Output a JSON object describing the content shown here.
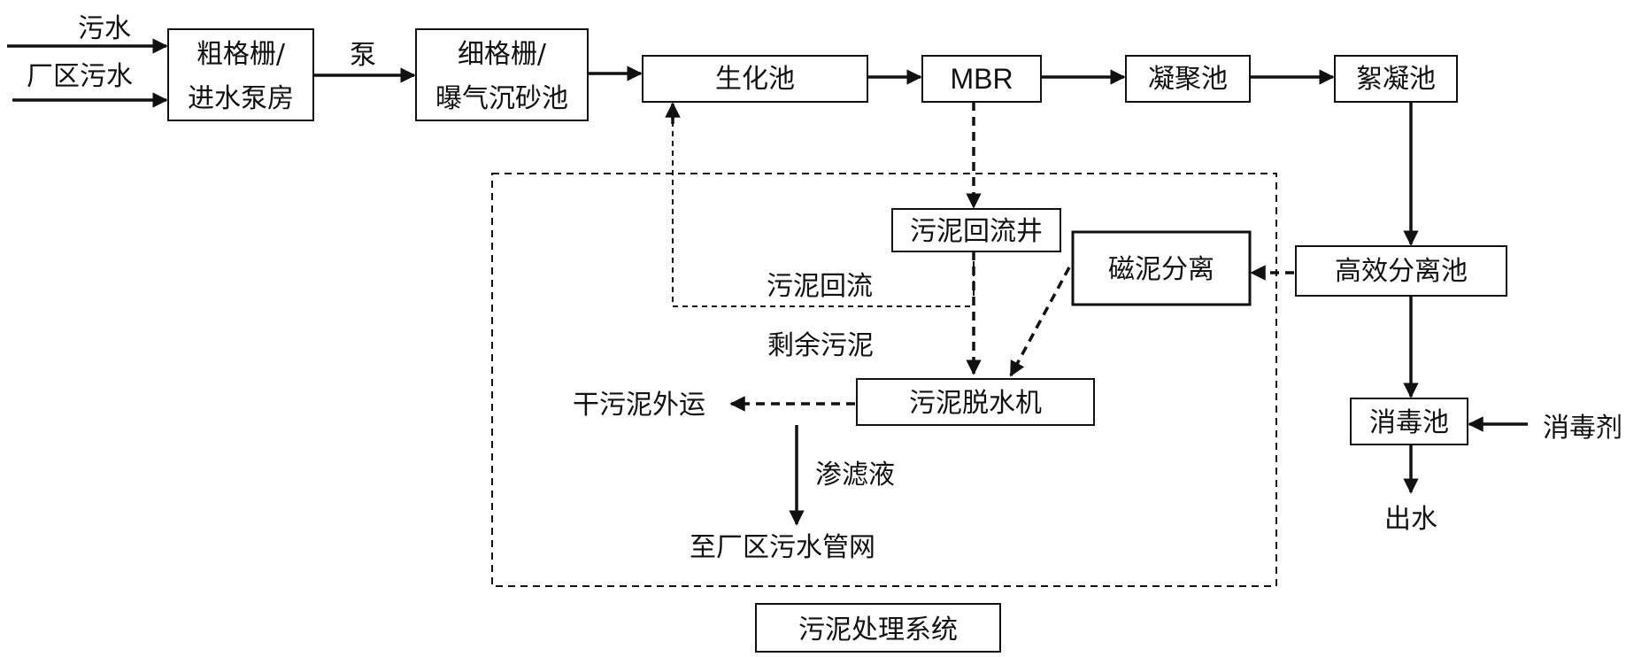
{
  "inputs": {
    "sewage": "污水",
    "plant_sewage": "厂区污水",
    "pump": "泵",
    "disinfectant": "消毒剂"
  },
  "nodes": {
    "coarse_screen_line1": "粗格栅/",
    "coarse_screen_line2": "进水泵房",
    "fine_screen_line1": "细格栅/",
    "fine_screen_line2": "曝气沉砂池",
    "bio_tank": "生化池",
    "mbr": "MBR",
    "coagulation_tank": "凝聚池",
    "flocculation_tank": "絮凝池",
    "high_eff_separation": "高效分离池",
    "disinfection_tank": "消毒池",
    "magnetic_separation": "磁泥分离",
    "sludge_return_well": "污泥回流井",
    "sludge_dewatering": "污泥脱水机"
  },
  "labels": {
    "effluent": "出水",
    "sludge_return": "污泥回流",
    "excess_sludge": "剩余污泥",
    "dry_sludge_out": "干污泥外运",
    "leachate": "渗滤液",
    "to_sewer": "至厂区污水管网",
    "sludge_system": "污泥处理系统"
  }
}
